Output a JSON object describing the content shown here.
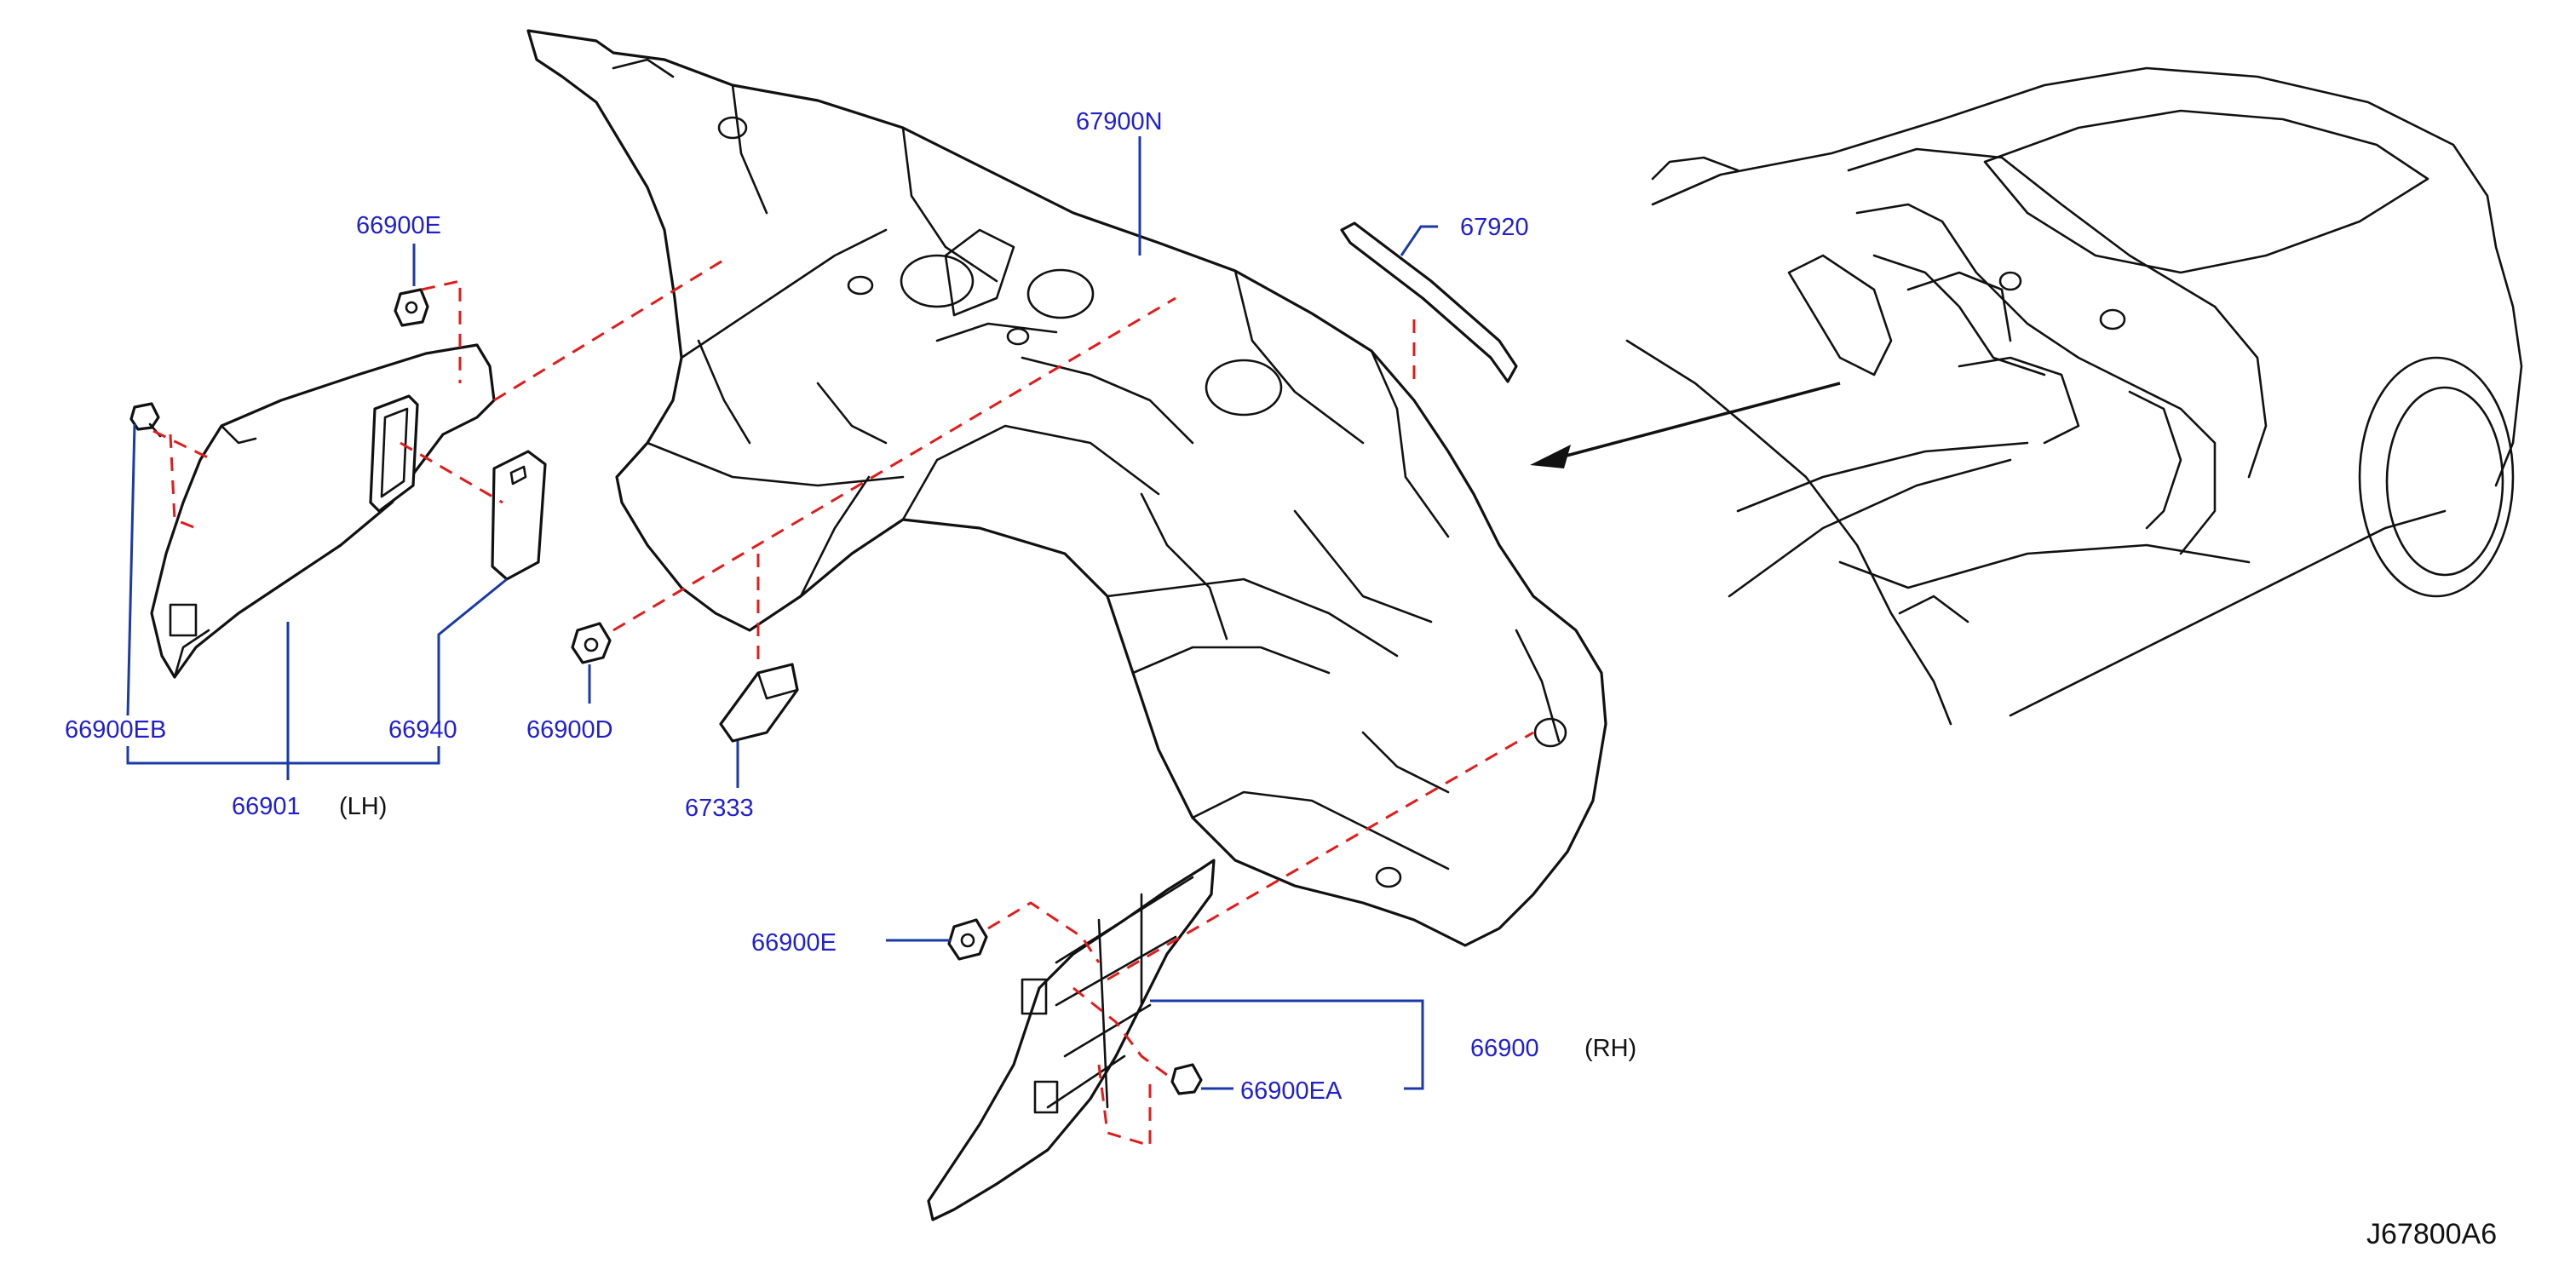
{
  "colors": {
    "label": "#1f1fd0",
    "leader": "#1a3aa8",
    "dash": "#e21b1b",
    "line": "#111111"
  },
  "labels": {
    "p67900N": "67900N",
    "p67920": "67920",
    "p66900E_top": "66900E",
    "p66900EB": "66900EB",
    "p66940": "66940",
    "p66900D": "66900D",
    "p67333": "67333",
    "p66901": "66901",
    "p66901_side": "(LH)",
    "p66900E_bottom": "66900E",
    "p66900": "66900",
    "p66900_side": "(RH)",
    "p66900EA": "66900EA"
  },
  "diagram_code": "J67800A6"
}
